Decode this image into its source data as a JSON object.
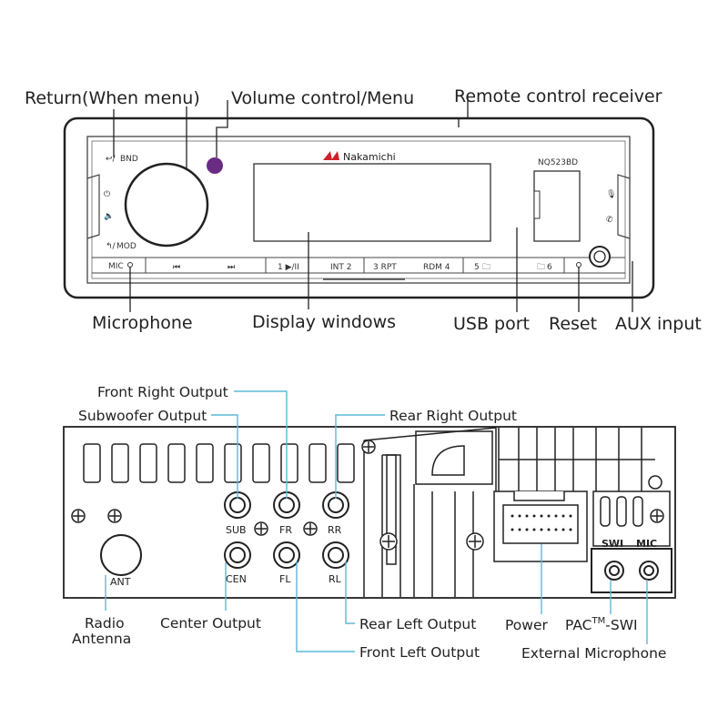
{
  "front_panel": {
    "callouts": {
      "return": "Return(When menu)",
      "volume": "Volume control/Menu",
      "remote": "Remote control receiver",
      "microphone": "Microphone",
      "display": "Display windows",
      "usb": "USB port",
      "reset": "Reset",
      "aux": "AUX input"
    },
    "brand": "Nakamichi",
    "model": "NQ523BD",
    "buttons": {
      "bnd": "BND",
      "mod": "MOD",
      "mic": "MIC",
      "prev": "⏮",
      "next": "⏭",
      "p1": "1 ▶/II",
      "p2": "INT 2",
      "p3": "3 RPT",
      "p4": "RDM 4",
      "p5": "5",
      "p6": "6"
    }
  },
  "rear_panel": {
    "callouts": {
      "front_right": "Front Right Output",
      "subwoofer": "Subwoofer Output",
      "rear_right": "Rear Right Output",
      "radio_antenna_line1": "Radio",
      "radio_antenna_line2": "Antenna",
      "center": "Center Output",
      "rear_left": "Rear Left Output",
      "front_left": "Front Left Output",
      "power": "Power",
      "pac_prefix": "PAC",
      "pac_tm": "TM",
      "pac_suffix": "-SWI",
      "ext_mic": "External Microphone"
    },
    "jacks": {
      "sub": "SUB",
      "fr": "FR",
      "rr": "RR",
      "cen": "CEN",
      "fl": "FL",
      "rl": "RL",
      "ant": "ANT",
      "swi": "SWI",
      "mic": "MIC"
    }
  },
  "colors": {
    "callout_line": "#5cb8d6",
    "remote_dot": "#6a2c82",
    "brand_red": "#d0202a"
  }
}
